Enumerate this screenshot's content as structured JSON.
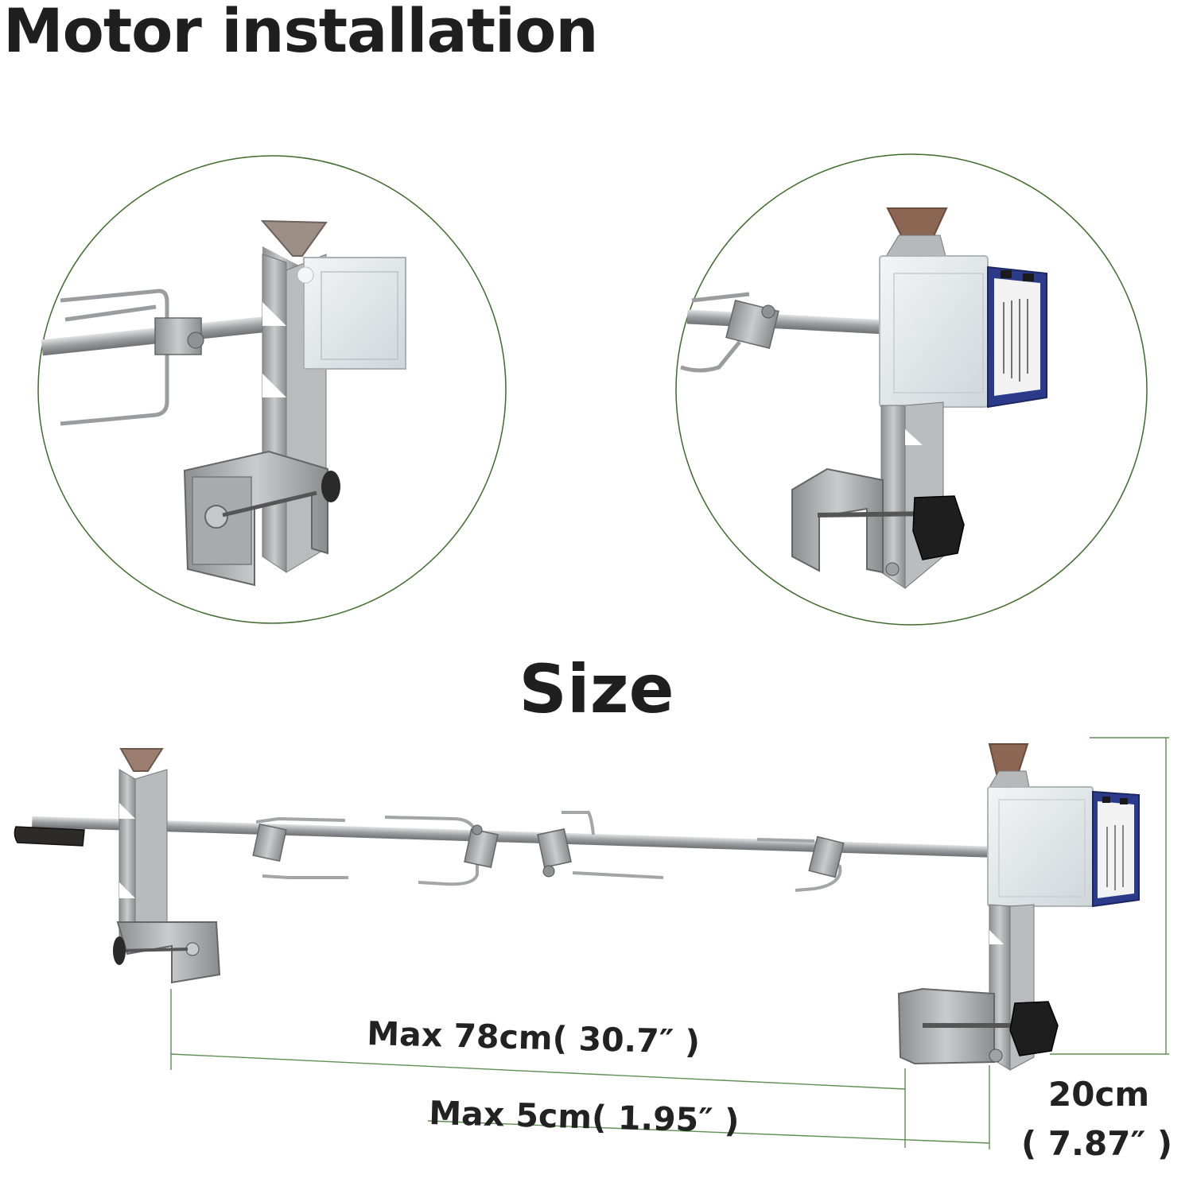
{
  "headings": {
    "motor_installation": "Motor installation",
    "size": "Size"
  },
  "dimensions": {
    "max_length": "Max 78cm( 30.7″ )",
    "max_clamp": "Max 5cm( 1.95″ )",
    "height_cm": "20cm",
    "height_in": "( 7.87″ )"
  },
  "colors": {
    "circle_outline": "#3f6b2c",
    "dimension_line": "#5f8f52",
    "steel": "#a7a9ab",
    "motor_body": "#e6ebee",
    "motor_label": "#2c3a8c",
    "copper_tab": "#8b6652"
  }
}
